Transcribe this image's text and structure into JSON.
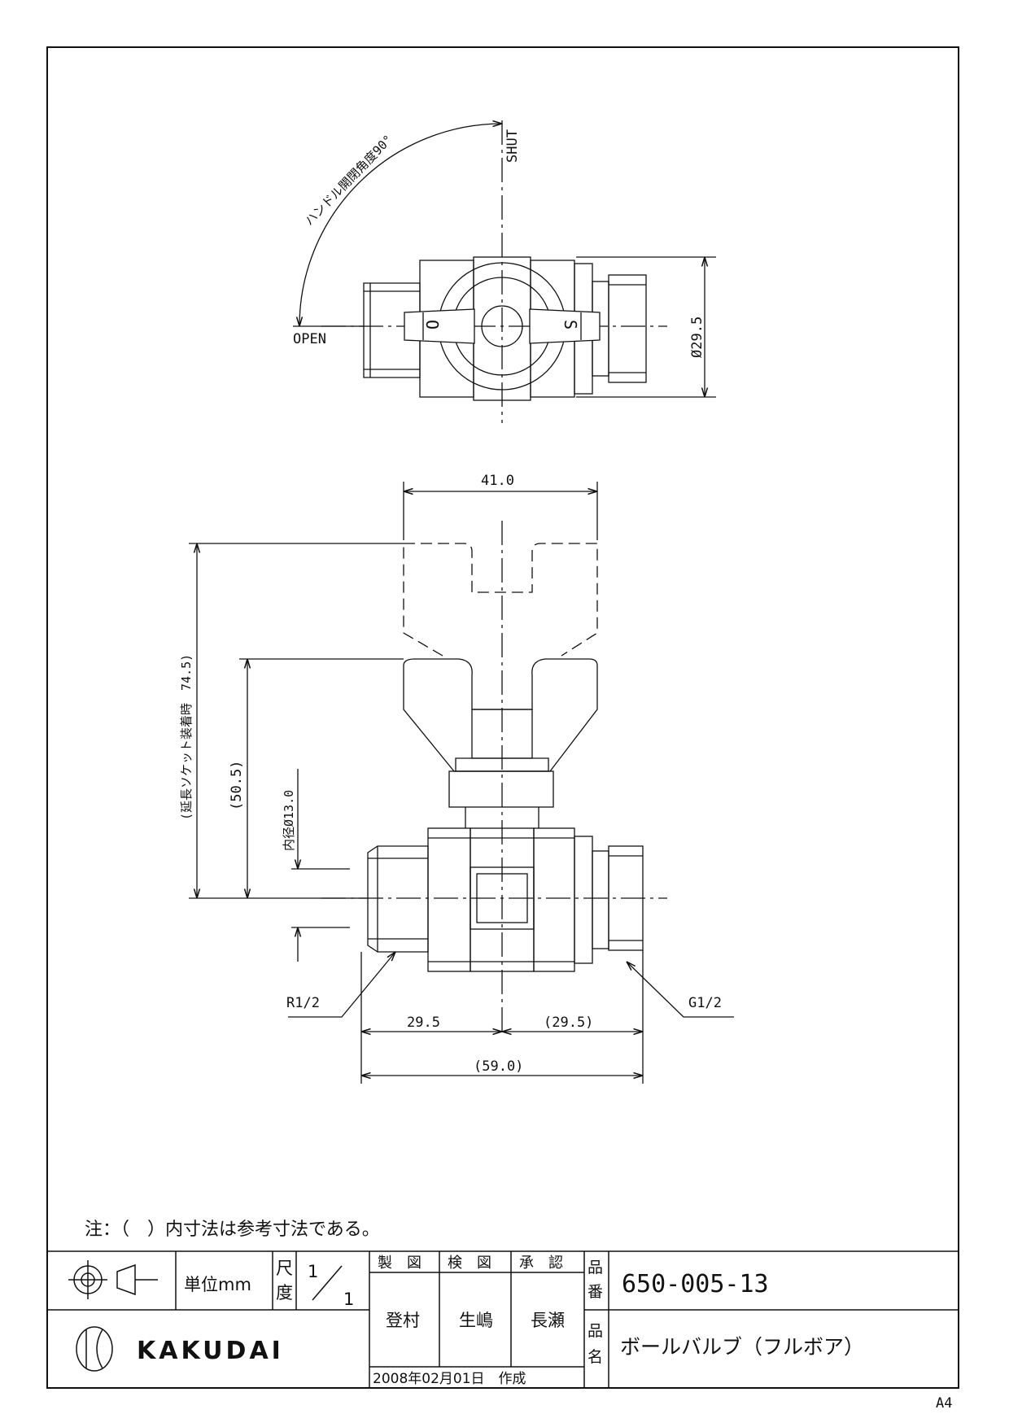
{
  "top_view": {
    "shut_label": "SHUT",
    "open_label": "OPEN",
    "angle_label": "ハンドル開閉角度90°",
    "handle_left_letter": "O",
    "handle_right_letter": "S",
    "dia_label": "Ø29.5"
  },
  "front_view": {
    "width_top": "41.0",
    "height_socket": "(延長ソケット装着時　74.5)",
    "height_handle": "(50.5)",
    "inner_dia": "内径Ø13.0",
    "thread_left": "R1/2",
    "thread_right": "G1/2",
    "half_left": "29.5",
    "half_right": "(29.5)",
    "total_width": "(59.0)"
  },
  "note": "注：（　）内寸法は参考寸法である。",
  "title_block": {
    "unit": "単位mm",
    "scale_label_1": "尺",
    "scale_label_2": "度",
    "scale_num": "1",
    "scale_den": "1",
    "hdr_made": "製　図",
    "hdr_checked": "検　図",
    "hdr_approved": "承　認",
    "made_by": "登村",
    "checked_by": "生嶋",
    "approved_by": "長瀬",
    "date": "2008年02月01日　作成",
    "part_no_label_1": "品",
    "part_no_label_2": "番",
    "part_no": "650-005-13",
    "part_name_label_1": "品",
    "part_name_label_2": "名",
    "part_name": "ボールバルブ（フルボア）",
    "brand": "KAKUDAI"
  },
  "sheet_size": "A4"
}
